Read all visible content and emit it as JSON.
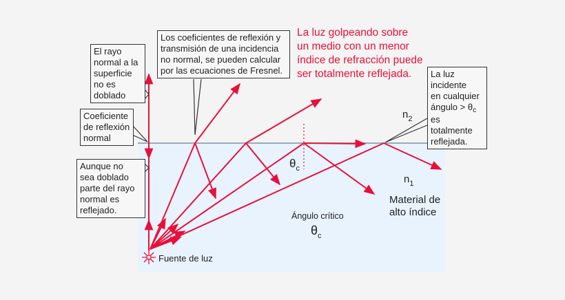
{
  "callouts": {
    "normal_ray": [
      "El rayo",
      "normal a la",
      "superficie",
      "no es",
      "doblado"
    ],
    "normal_coefficient": [
      "Coeficiente",
      "de reflexión",
      "normal"
    ],
    "not_bent": [
      "Aunque no",
      "sea doblado",
      "parte del rayo",
      "normal es",
      "reflejado."
    ],
    "fresnel": [
      "Los coeficientes de reflexión y",
      "transmisión de una incidencia",
      "no normal, se pueden calcular",
      "por las ecuaciones de Fresnel."
    ],
    "total_reflection": [
      "La luz",
      "incidente",
      "en cualquier",
      "ángulo > θ",
      "es totalmente",
      "reflejada."
    ],
    "total_reflection_sub": "c"
  },
  "headline": [
    "La luz golpeando sobre",
    "un medio con un menor",
    "índice de refracción puede",
    "ser totalmente reflejada."
  ],
  "labels": {
    "n2": "n",
    "n2_sub": "2",
    "n1": "n",
    "n1_sub": "1",
    "material": [
      "Material de",
      "alto índice"
    ],
    "critical_angle": "Ángulo crítico",
    "theta": "θ",
    "theta_sub": "c",
    "source": "Fuente de luz"
  },
  "colors": {
    "ray": "#e8103a",
    "medium": "#e8f3fd",
    "surface": "#9aaab8"
  }
}
